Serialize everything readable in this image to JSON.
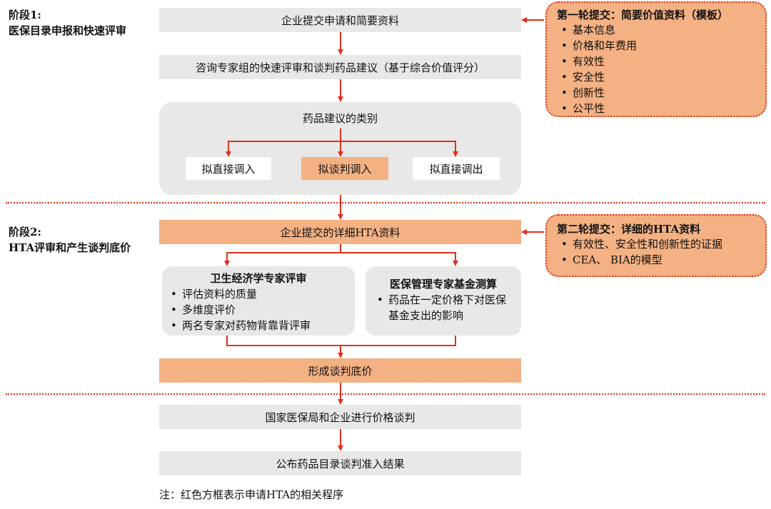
{
  "stage1": {
    "line1": "阶段1:",
    "line2": "医保目录申报和快速评审"
  },
  "stage2": {
    "line1": "阶段2:",
    "line2": "HTA评审和产生谈判底价"
  },
  "boxes": {
    "submit_brief": "企业提交申请和简要资料",
    "expert_review": "咨询专家组的快速评审和谈判药品建议（基于综合价值评分）",
    "category_title": "药品建议的类别",
    "opt_direct_in": "拟直接调入",
    "opt_negotiate_in": "拟谈判调入",
    "opt_direct_out": "拟直接调出",
    "submit_hta": "企业提交的详细HTA资料",
    "econ_title": "卫生经济学专家评审",
    "econ_items": [
      "评估资料的质量",
      "多维度评价",
      "两名专家对药物背靠背评审"
    ],
    "fund_title": "医保管理专家基金测算",
    "fund_items": [
      "药品在一定价格下对医保基金支出的影响"
    ],
    "base_price": "形成谈判底价",
    "negotiate": "国家医保局和企业进行价格谈判",
    "publish": "公布药品目录谈判准入结果"
  },
  "callout1": {
    "title": "第一轮提交：简要价值资料（模板）",
    "items": [
      "基本信息",
      "价格和年费用",
      "有效性",
      "安全性",
      "创新性",
      "公平性"
    ]
  },
  "callout2": {
    "title": "第二轮提交：详细的HTA资料",
    "items": [
      "有效性、安全性和创新性的证据",
      "CEA、 BIA的模型"
    ]
  },
  "note": "注：红色方框表示申请HTA的相关程序",
  "colors": {
    "arrow": "#e0301e",
    "orange": "#f4b183",
    "gray": "#e8e8e8"
  }
}
